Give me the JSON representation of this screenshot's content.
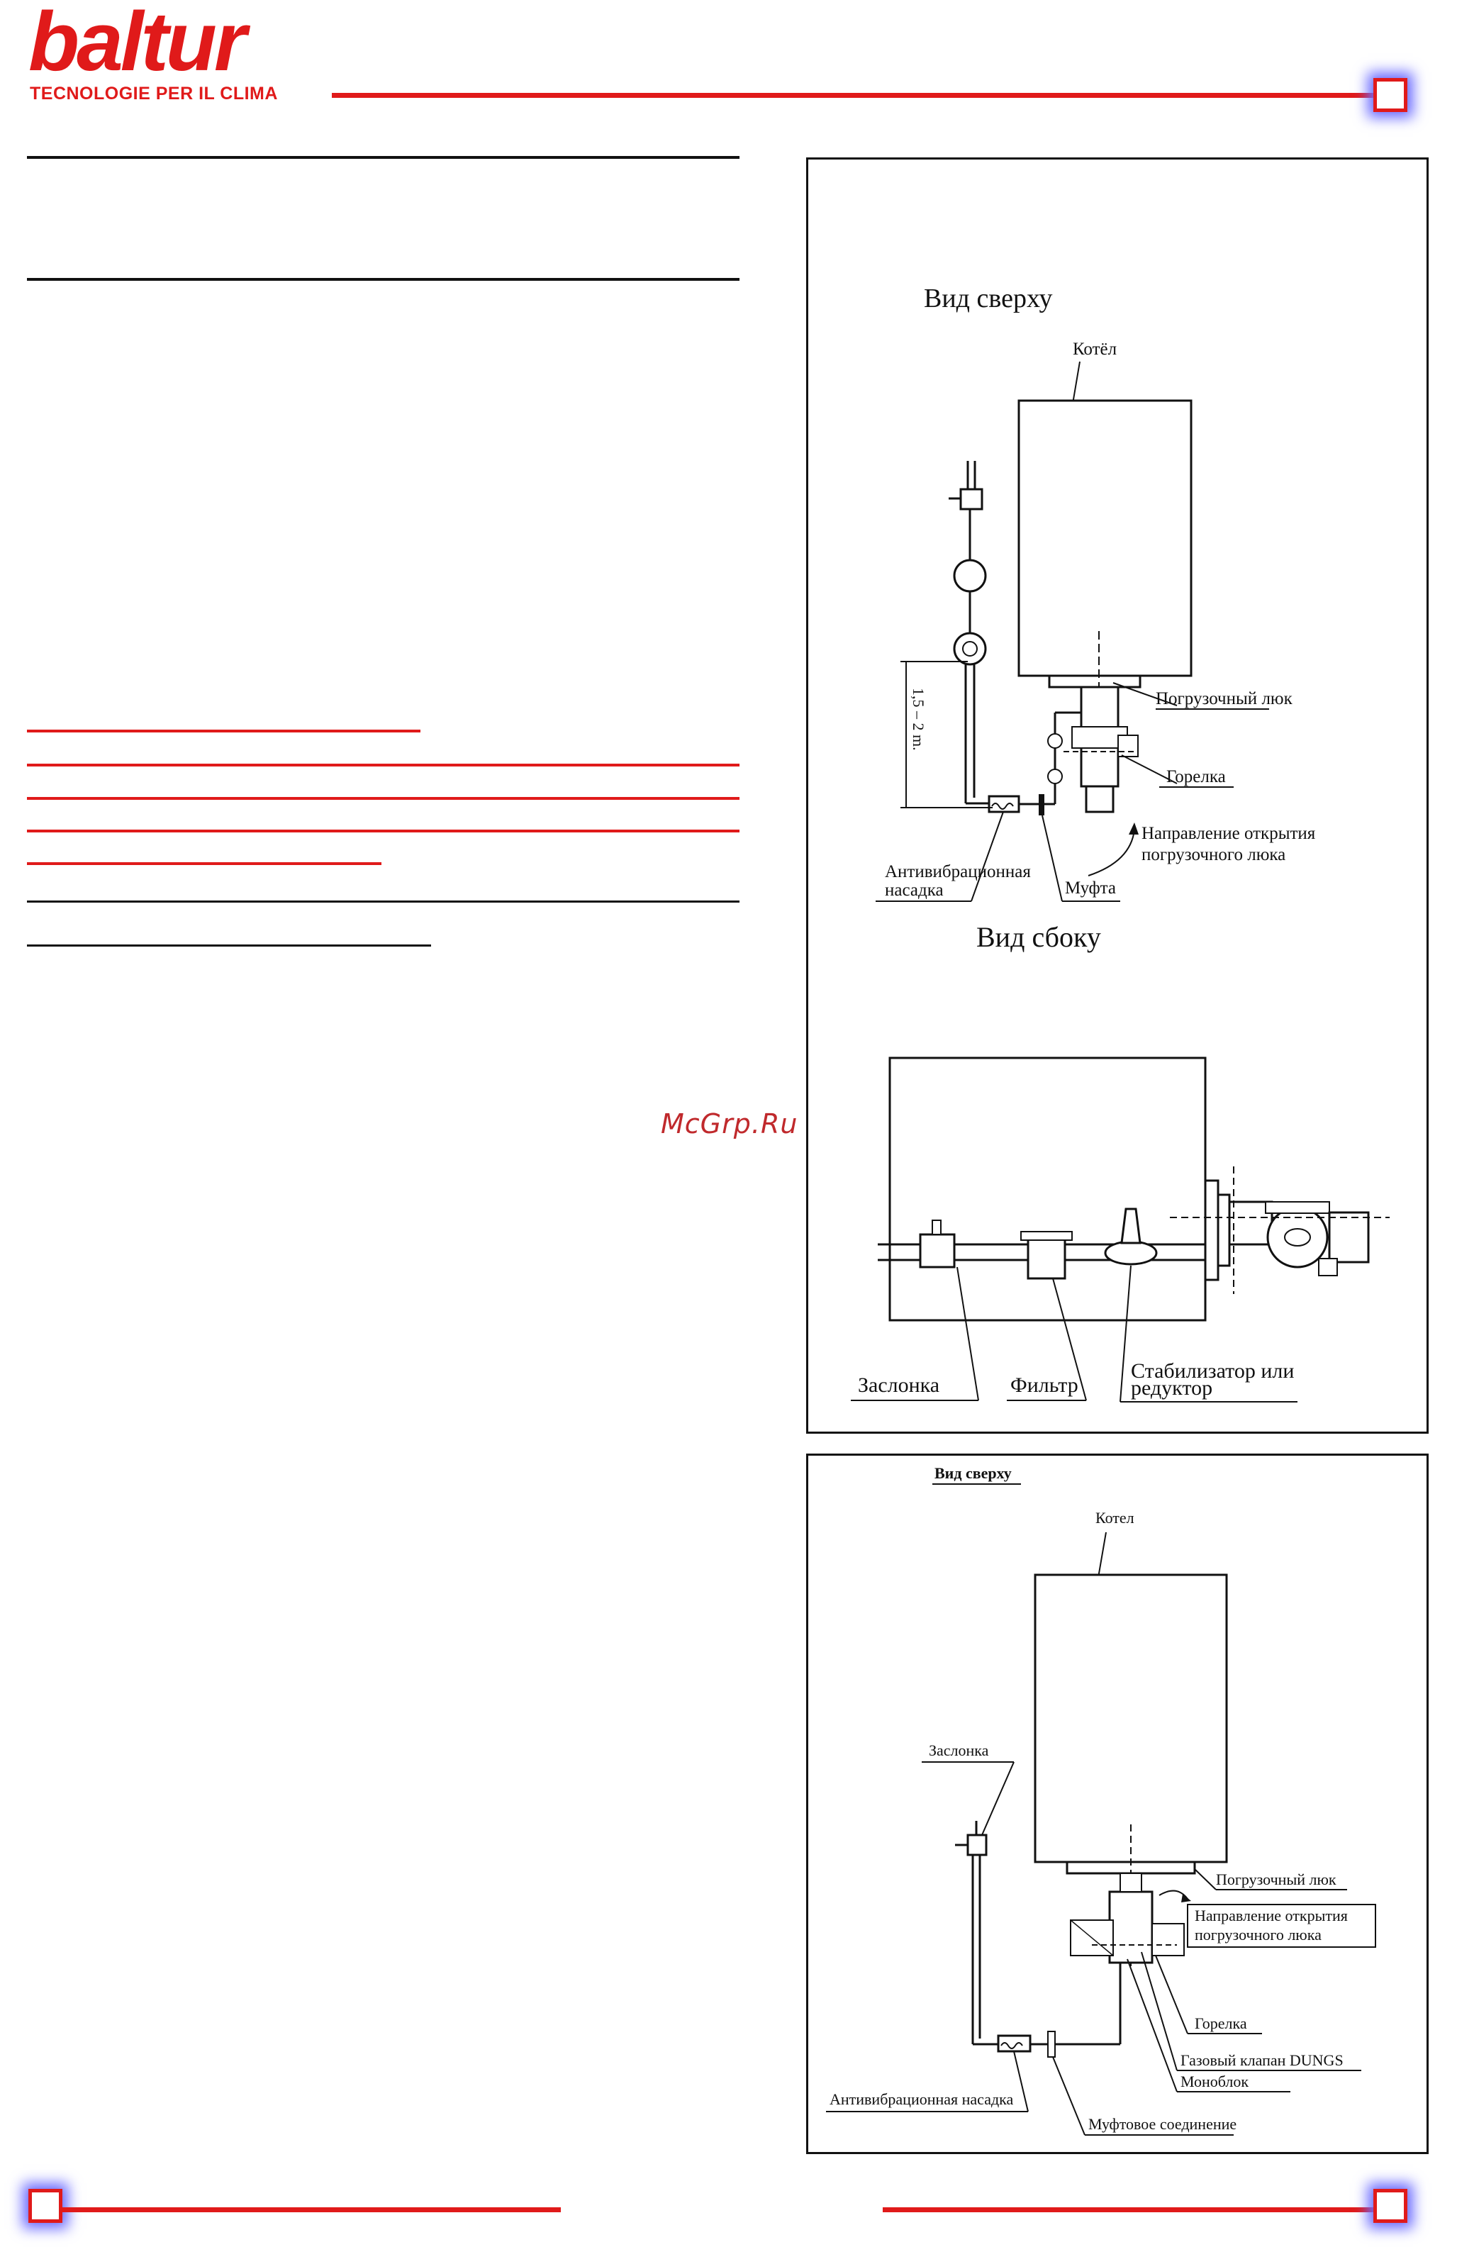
{
  "brand": {
    "logo_text": "baltur",
    "tagline": "TECNOLOGIE PER IL CLIMA"
  },
  "watermark": "McGrp.Ru",
  "colors": {
    "brand_red": "#e01a1a",
    "corner_glow": "#6a6aff"
  },
  "diagram1": {
    "title_top": "Вид сверху",
    "boiler": "Котёл",
    "hatch": "Погрузочный люк",
    "burner": "Горелка",
    "direction": [
      "Направление открытия",
      "погрузочного люка"
    ],
    "antivibration": [
      "Антивибрационная",
      "насадка"
    ],
    "coupling": "Муфта",
    "dimension": "1,5 – 2 m.",
    "title_side": "Вид сбоку",
    "valve": "Заслонка",
    "filter": "Фильтр",
    "stabilizer": [
      "Стабилизатор или",
      "редуктор"
    ]
  },
  "diagram2": {
    "title_top": "Вид сверху",
    "boiler": "Котел",
    "valve": "Заслонка",
    "hatch": "Погрузочный люк",
    "direction": [
      "Направление открытия",
      "погрузочного люка"
    ],
    "burner": "Горелка",
    "gas_valve": "Газовый клапан DUNGS",
    "monoblock": "Моноблок",
    "antivibration": "Антивибрационная насадка",
    "coupling": "Муфтовое соединение"
  }
}
